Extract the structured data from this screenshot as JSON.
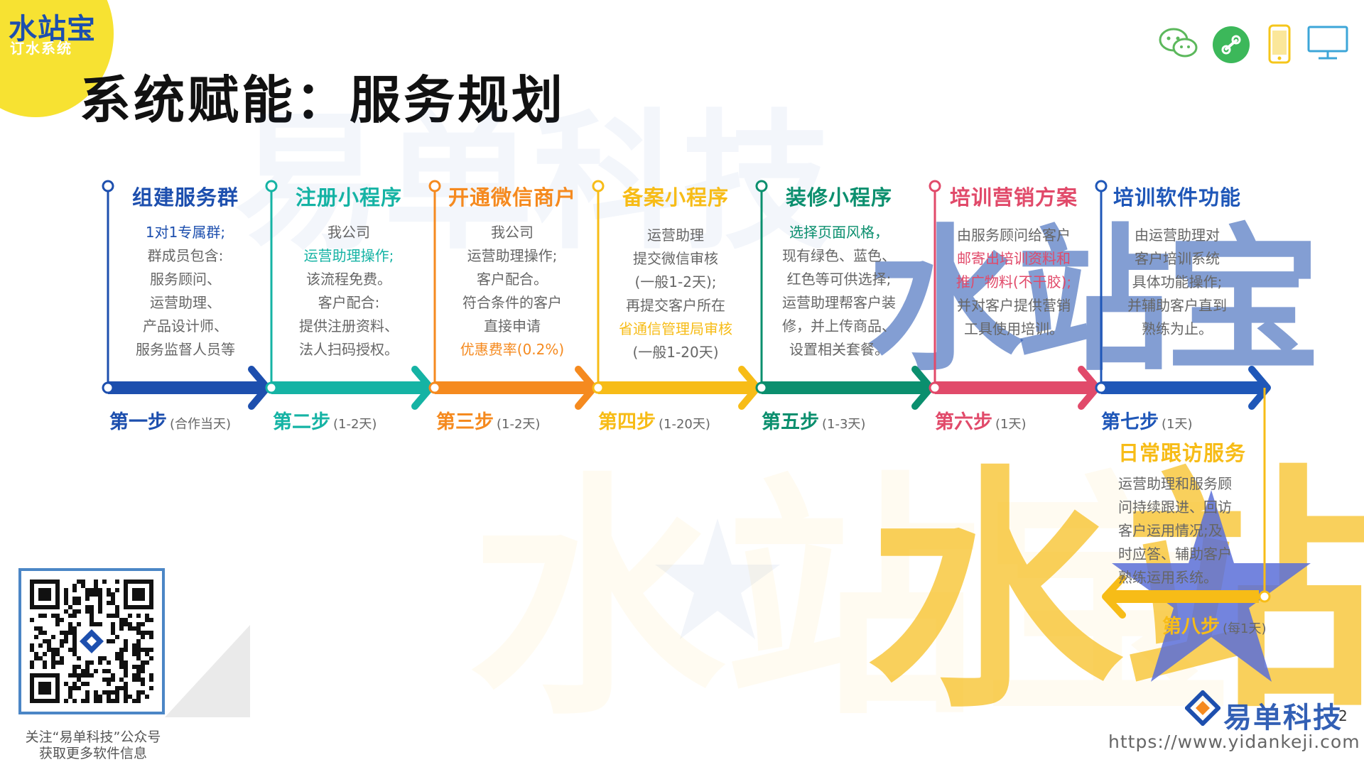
{
  "logo": {
    "main": "水站宝",
    "sub": "订水系统"
  },
  "title": "系统赋能：服务规划",
  "icons": [
    "wechat-icon",
    "link-icon",
    "mobile-icon",
    "desktop-icon"
  ],
  "colors": {
    "blue": "#1d4fae",
    "teal": "#15b3a4",
    "orange": "#f58a1f",
    "yellow": "#f7bc17",
    "green": "#0b8f6e",
    "pink": "#e14a6a",
    "navy": "#1f57b8"
  },
  "steps": [
    {
      "title": "组建服务群",
      "lines": [
        "1对1专属群;",
        "群成员包含:",
        "服务顾问、",
        "运营助理、",
        "产品设计师、",
        "服务监督人员等"
      ],
      "label": "第一步",
      "duration": "(合作当天)"
    },
    {
      "title": "注册小程序",
      "lines": [
        "我公司",
        "运营助理操作;",
        "该流程免费。",
        "客户配合:",
        "提供注册资料、",
        "法人扫码授权。"
      ],
      "label": "第二步",
      "duration": "(1-2天)"
    },
    {
      "title": "开通微信商户",
      "lines": [
        "我公司",
        "运营助理操作;",
        "客户配合。",
        "符合条件的客户",
        "直接申请",
        "优惠费率(0.2%)"
      ],
      "label": "第三步",
      "duration": "(1-2天)"
    },
    {
      "title": "备案小程序",
      "lines": [
        "运营助理",
        "提交微信审核",
        "(一般1-2天);",
        "再提交客户所在",
        "省通信管理局审核",
        "(一般1-20天)"
      ],
      "label": "第四步",
      "duration": "(1-20天)"
    },
    {
      "title": "装修小程序",
      "lines": [
        "选择页面风格，",
        "现有绿色、蓝色、",
        "红色等可供选择;",
        "运营助理帮客户装",
        "修，并上传商品、",
        "设置相关套餐。"
      ],
      "label": "第五步",
      "duration": "(1-3天)"
    },
    {
      "title": "培训营销方案",
      "lines": [
        "由服务顾问给客户",
        "邮寄出培训资料和",
        "推广物料(不干胶);",
        "并对客户提供营销",
        "工具使用培训。"
      ],
      "label": "第六步",
      "duration": "(1天)"
    },
    {
      "title": "培训软件功能",
      "lines": [
        "由运营助理对",
        "客户培训系统",
        "具体功能操作;",
        "并辅助客户直到",
        "熟练为止。"
      ],
      "label": "第七步",
      "duration": "(1天)"
    }
  ],
  "step8": {
    "title": "日常跟访服务",
    "lines": [
      "运营助理和服务顾",
      "问持续跟进、回访",
      "客户运用情况;及",
      "时应答、辅助客户",
      "熟练运用系统。"
    ],
    "label": "第八步",
    "duration": "(每1天)"
  },
  "watermark": {
    "company": "易单科技",
    "product": "水站宝"
  },
  "qr": {
    "caption1": "关注“易单科技”公众号",
    "caption2": "获取更多软件信息"
  },
  "brand": {
    "name": "易单科技",
    "url": "https://www.yidankeji.com"
  },
  "page_number": "2"
}
